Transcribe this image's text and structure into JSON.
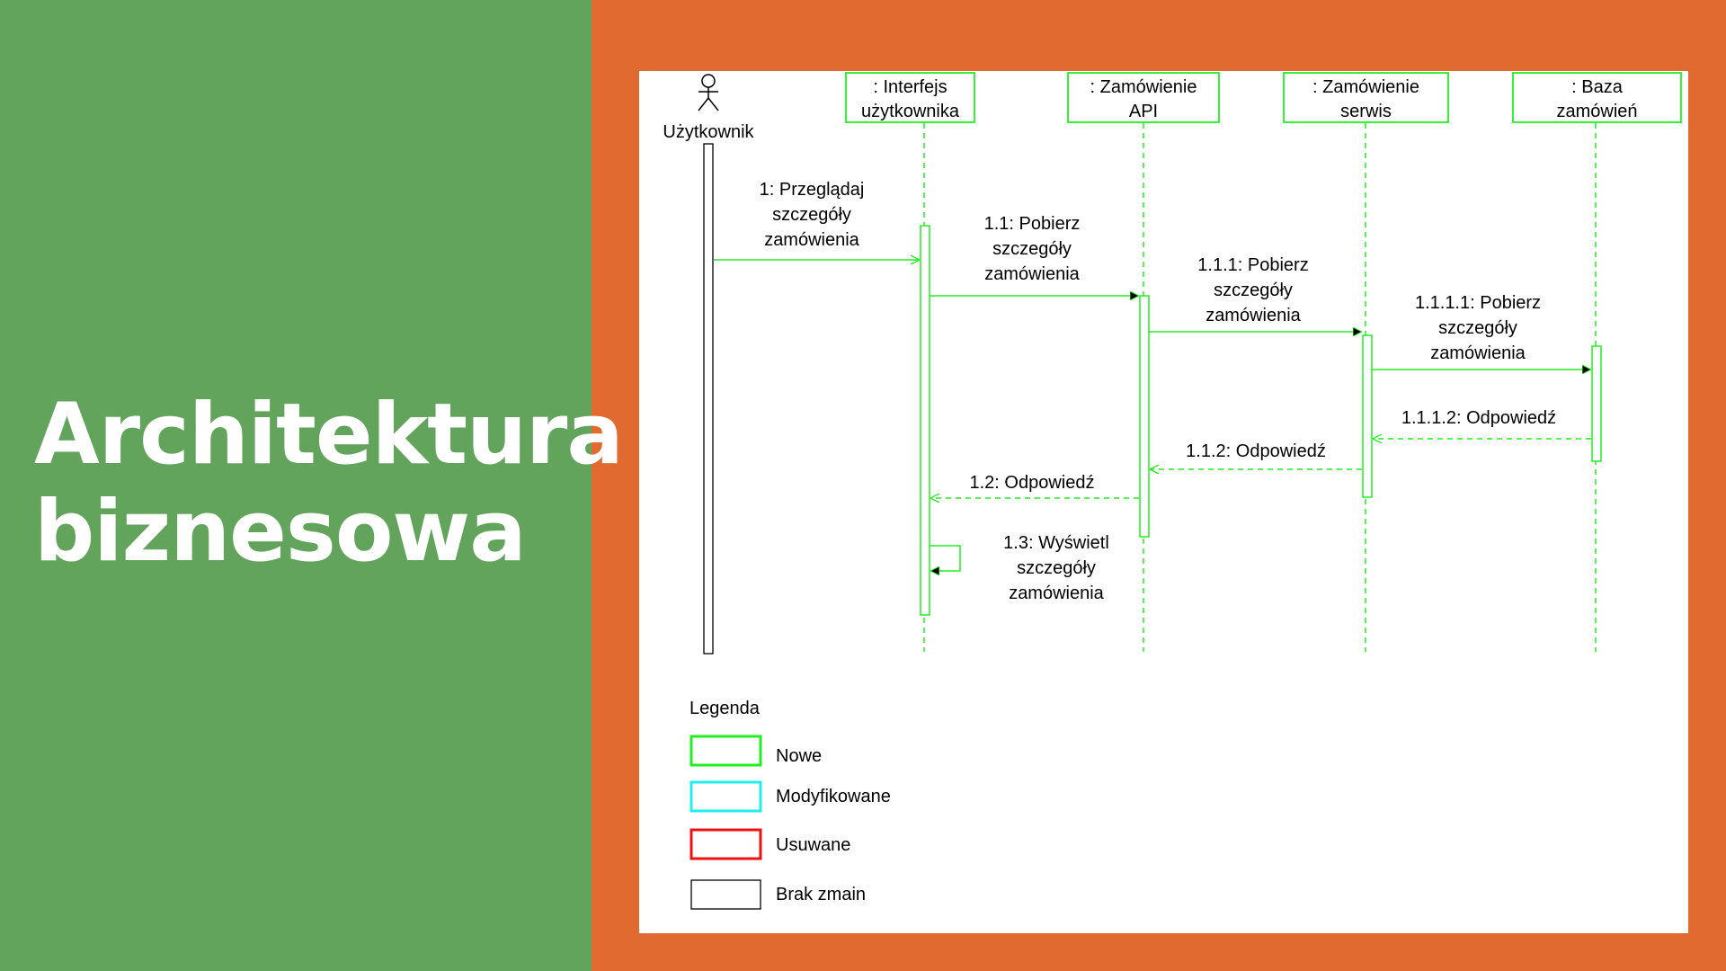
{
  "colors": {
    "left_bg": "#63a45c",
    "right_bg": "#e06a30",
    "new": "#22ee22",
    "modified": "#22eeee",
    "removed": "#ee1111",
    "unchanged": "#000000"
  },
  "title": {
    "line1": "Architektura",
    "line2": "biznesowa"
  },
  "actor": {
    "name": "Użytkownik",
    "icon": "stick-figure-icon"
  },
  "lifelines": [
    {
      "line1": ": Interfejs",
      "line2": "użytkownika"
    },
    {
      "line1": ": Zamówienie",
      "line2": "API"
    },
    {
      "line1": ": Zamówienie",
      "line2": "serwis"
    },
    {
      "line1": ": Baza",
      "line2": "zamówień"
    }
  ],
  "messages": [
    {
      "lines": [
        "1: Przeglądaj",
        "szczegóły",
        "zamówienia"
      ]
    },
    {
      "lines": [
        "1.1: Pobierz",
        "szczegóły",
        "zamówienia"
      ]
    },
    {
      "lines": [
        "1.1.1: Pobierz",
        "szczegóły",
        "zamówienia"
      ]
    },
    {
      "lines": [
        "1.1.1.1: Pobierz",
        "szczegóły",
        "zamówienia"
      ]
    },
    {
      "lines": [
        "1.1.1.2: Odpowiedź"
      ]
    },
    {
      "lines": [
        "1.1.2: Odpowiedź"
      ]
    },
    {
      "lines": [
        "1.2: Odpowiedź"
      ]
    },
    {
      "lines": [
        "1.3: Wyświetl",
        "szczegóły",
        "zamówienia"
      ]
    }
  ],
  "legend": {
    "title": "Legenda",
    "items": [
      {
        "label": "Nowe",
        "color": "#22ee22"
      },
      {
        "label": "Modyfikowane",
        "color": "#22eeee"
      },
      {
        "label": "Usuwane",
        "color": "#ee1111"
      },
      {
        "label": "Brak zmain",
        "color": "#000000"
      }
    ]
  }
}
